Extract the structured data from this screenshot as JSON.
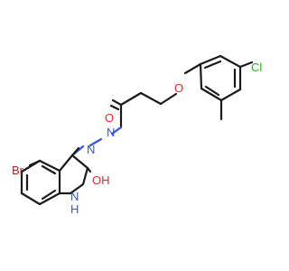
{
  "molecule": {
    "atoms": {
      "chlorine": "Cl",
      "ether_oxygen": "O",
      "carbonyl_oxygen": "O",
      "azo_n1": "N",
      "azo_n2": "N",
      "bromine": "Br",
      "ring_nitrogen": "N",
      "ring_nitrogen_h": "H",
      "hydroxyl": "OH"
    },
    "colors": {
      "carbon_bond": "#1a1a1a",
      "oxygen": "#e8262a",
      "nitrogen": "#3355dd",
      "bromine": "#a02a1a",
      "chlorine": "#22b122"
    }
  }
}
